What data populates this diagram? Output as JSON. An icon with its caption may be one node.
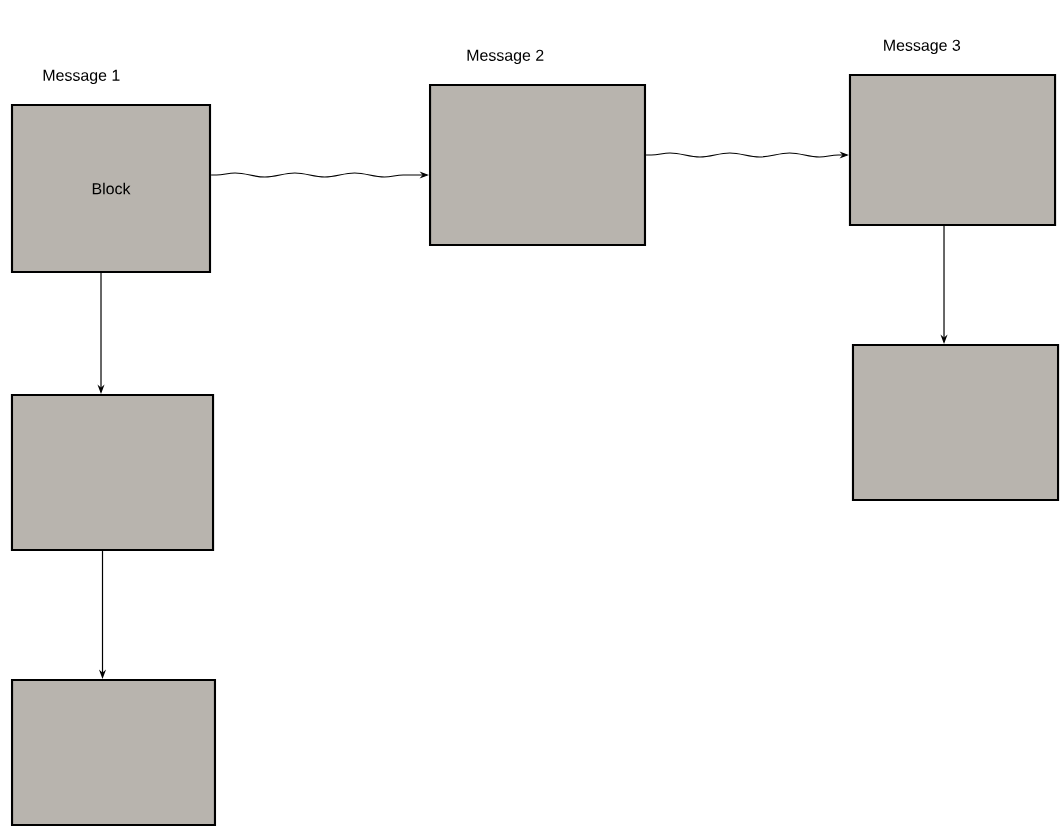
{
  "diagram": {
    "nodes": [
      {
        "text": [
          "Message 1",
          "Block"
        ]
      },
      {
        "text": [
          "Message 2"
        ]
      },
      {
        "text": [
          "Message 3"
        ]
      },
      {
        "text": [],
        "shape": "box"
      },
      {
        "text": [],
        "shape": "box"
      },
      {
        "text": [],
        "shape": "box"
      }
    ],
    "edges": [
      {
        "from": 0,
        "to": 1,
        "arrow": "to"
      },
      {
        "from": 1,
        "to": 2,
        "arrow": "to"
      },
      {
        "from": 0,
        "to": 3,
        "arrow": "to"
      },
      {
        "from": 3,
        "to": 4,
        "arrow": "to"
      },
      {
        "from": 2,
        "to": 5,
        "arrow": "to"
      }
    ]
  }
}
